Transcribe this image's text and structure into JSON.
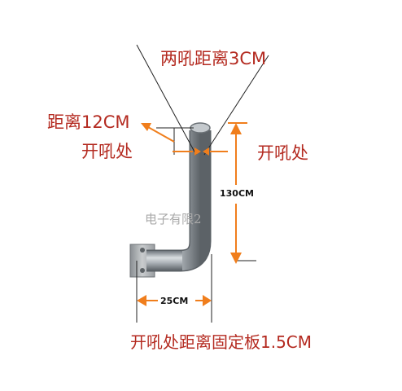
{
  "labels": {
    "spacing_between_holes": "两吼距离3CM",
    "distance_12cm": "距离12CM",
    "hole_position_left": "开吼处",
    "hole_position_right": "开吼处",
    "height": "130CM",
    "width": "25CM",
    "hole_to_plate": "开吼处距离固定板1.5CM"
  },
  "watermark": "电子有限2",
  "colors": {
    "annotation": "#b42a20",
    "arrow": "#f07e1c",
    "pipe": "#a9b0b6",
    "line": "#222222"
  }
}
